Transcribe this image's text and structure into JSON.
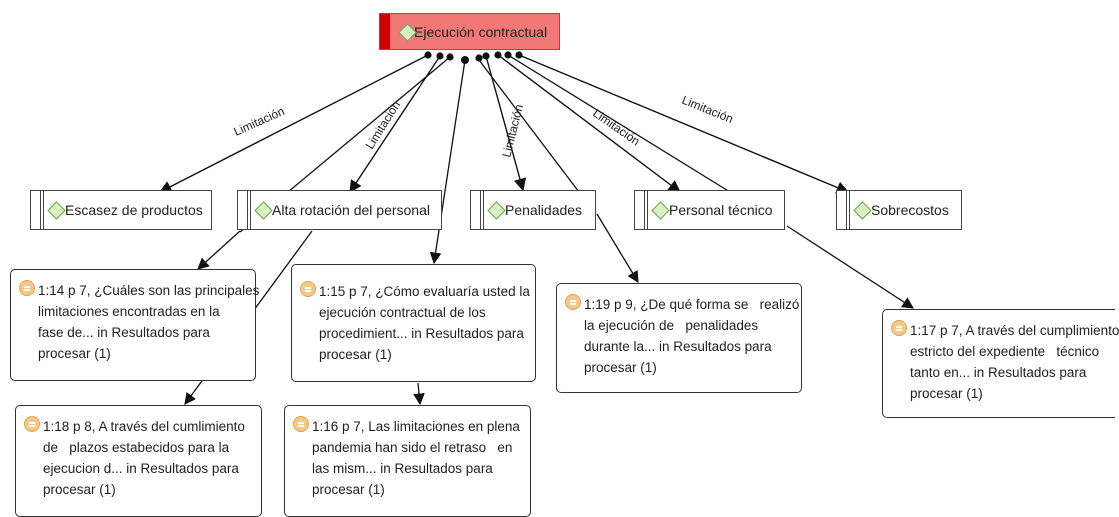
{
  "root": {
    "label": "Ejecución contractual"
  },
  "relation_labels": [
    "Limitación",
    "Limitación",
    "Limitación",
    "Limitación",
    "Limitación"
  ],
  "codes": [
    {
      "label": "Escasez de productos"
    },
    {
      "label": "Alta rotación del personal"
    },
    {
      "label": "Penalidades"
    },
    {
      "label": "Personal técnico"
    },
    {
      "label": "Sobrecostos"
    }
  ],
  "quotes": [
    {
      "text": "1:14 p 7, ¿Cuáles son las principales\nlimitaciones encontradas en la\nfase de... in Resultados para\nprocesar (1)"
    },
    {
      "text": "1:15 p 7, ¿Cómo evaluaría usted la\nejecución contractual de los\nprocedimient... in Resultados para\nprocesar (1)"
    },
    {
      "text": "1:19 p 9, ¿De qué forma se   realizó\nla ejecución de   penalidades\ndurante la... in Resultados para\nprocesar (1)"
    },
    {
      "text": "1:17 p 7, A través del cumplimiento\nestricto del expediente   técnico\ntanto en... in Resultados para\nprocesar (1)"
    },
    {
      "text": "1:18 p 8, A través del cumlimiento\nde   plazos estabecidos para la\nejecucion d... in Resultados para\nprocesar (1)"
    },
    {
      "text": "1:16 p 7, Las limitaciones en plena\npandemia han sido el retraso   en\nlas mism... in Resultados para\nprocesar (1)"
    }
  ],
  "colors": {
    "root_fill": "#f27777",
    "root_bar": "#d10000",
    "code_icon": "#6aa84f",
    "quote_icon": "#f5c98a"
  }
}
